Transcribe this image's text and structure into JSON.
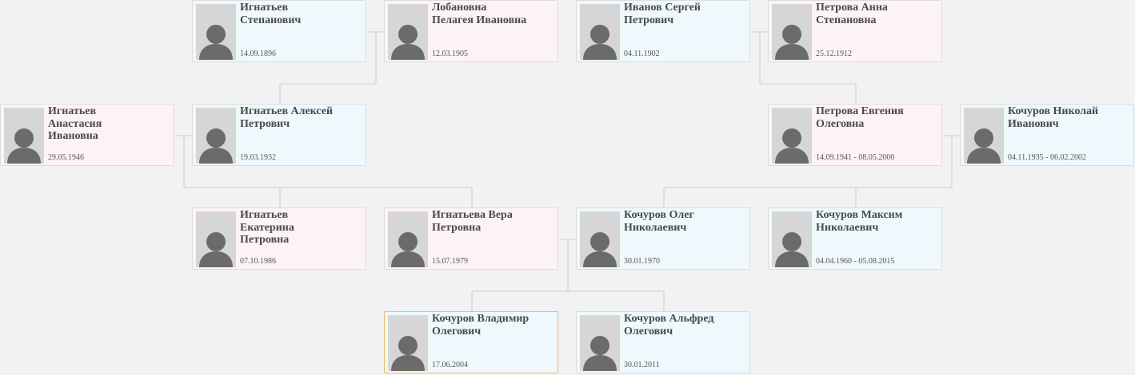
{
  "colors": {
    "male_bg": "#eef8fd",
    "female_bg": "#fdf3f5",
    "selected_border": "#e9bd6a",
    "link": "#d9d9d9",
    "avatar_bg": "#d6d6d6",
    "avatar_fg": "#6b6b6b"
  },
  "people": [
    {
      "id": "p1",
      "name": "Игнатьев\nСтепанович",
      "dates": "14.09.1896",
      "gender": "m",
      "icon": "person-placeholder-icon"
    },
    {
      "id": "p2",
      "name": "Лобановна\nПелагея Ивановна",
      "dates": "12.03.1905",
      "gender": "f",
      "icon": "person-placeholder-icon"
    },
    {
      "id": "p3",
      "name": "Иванов Сергей\nПетрович",
      "dates": "04.11.1902",
      "gender": "m",
      "icon": "person-placeholder-icon"
    },
    {
      "id": "p4",
      "name": "Петрова Анна\nСтепановна",
      "dates": "25.12.1912",
      "gender": "f",
      "icon": "person-placeholder-icon"
    },
    {
      "id": "p5",
      "name": "Игнатьев\nАнастасия\nИвановна",
      "dates": "29.05.1946",
      "gender": "f",
      "icon": "person-placeholder-icon"
    },
    {
      "id": "p6",
      "name": "Игнатьев Алексей\nПетрович",
      "dates": "19.03.1932",
      "gender": "m",
      "icon": "person-placeholder-icon"
    },
    {
      "id": "p7",
      "name": "Петрова Евгения\nОлеговна",
      "dates": "14.09.1941 - 08.05.2000",
      "gender": "f",
      "icon": "person-placeholder-icon"
    },
    {
      "id": "p8",
      "name": "Кочуров Николай\nИванович",
      "dates": "04.11.1935 - 06.02.2002",
      "gender": "m",
      "icon": "person-placeholder-icon"
    },
    {
      "id": "p9",
      "name": "Игнатьев\nЕкатерина\nПетровна",
      "dates": "07.10.1986",
      "gender": "f",
      "icon": "person-placeholder-icon"
    },
    {
      "id": "p10",
      "name": "Игнатьева Вера\nПетровна",
      "dates": "15.07.1979",
      "gender": "f",
      "icon": "person-placeholder-icon"
    },
    {
      "id": "p11",
      "name": "Кочуров Олег\nНиколаевич",
      "dates": "30.01.1970",
      "gender": "m",
      "icon": "person-placeholder-icon"
    },
    {
      "id": "p12",
      "name": "Кочуров Максим\nНиколаевич",
      "dates": "04.04.1960 - 05.08.2015",
      "gender": "m",
      "icon": "person-placeholder-icon"
    },
    {
      "id": "p13",
      "name": "Кочуров Владимир\nОлегович",
      "dates": "17.06.2004",
      "gender": "m",
      "icon": "person-placeholder-icon",
      "selected": true
    },
    {
      "id": "p14",
      "name": "Кочуров Альфред\nОлегович",
      "dates": "30.01.2011",
      "gender": "m",
      "icon": "person-placeholder-icon"
    }
  ],
  "families": [
    {
      "partners": [
        "p1",
        "p2"
      ],
      "children": [
        "p6"
      ]
    },
    {
      "partners": [
        "p3",
        "p4"
      ],
      "children": [
        "p7"
      ]
    },
    {
      "partners": [
        "p5",
        "p6"
      ],
      "children": [
        "p9",
        "p10"
      ]
    },
    {
      "partners": [
        "p7",
        "p8"
      ],
      "children": [
        "p11",
        "p12"
      ]
    },
    {
      "partners": [
        "p10",
        "p11"
      ],
      "children": [
        "p13",
        "p14"
      ]
    }
  ]
}
